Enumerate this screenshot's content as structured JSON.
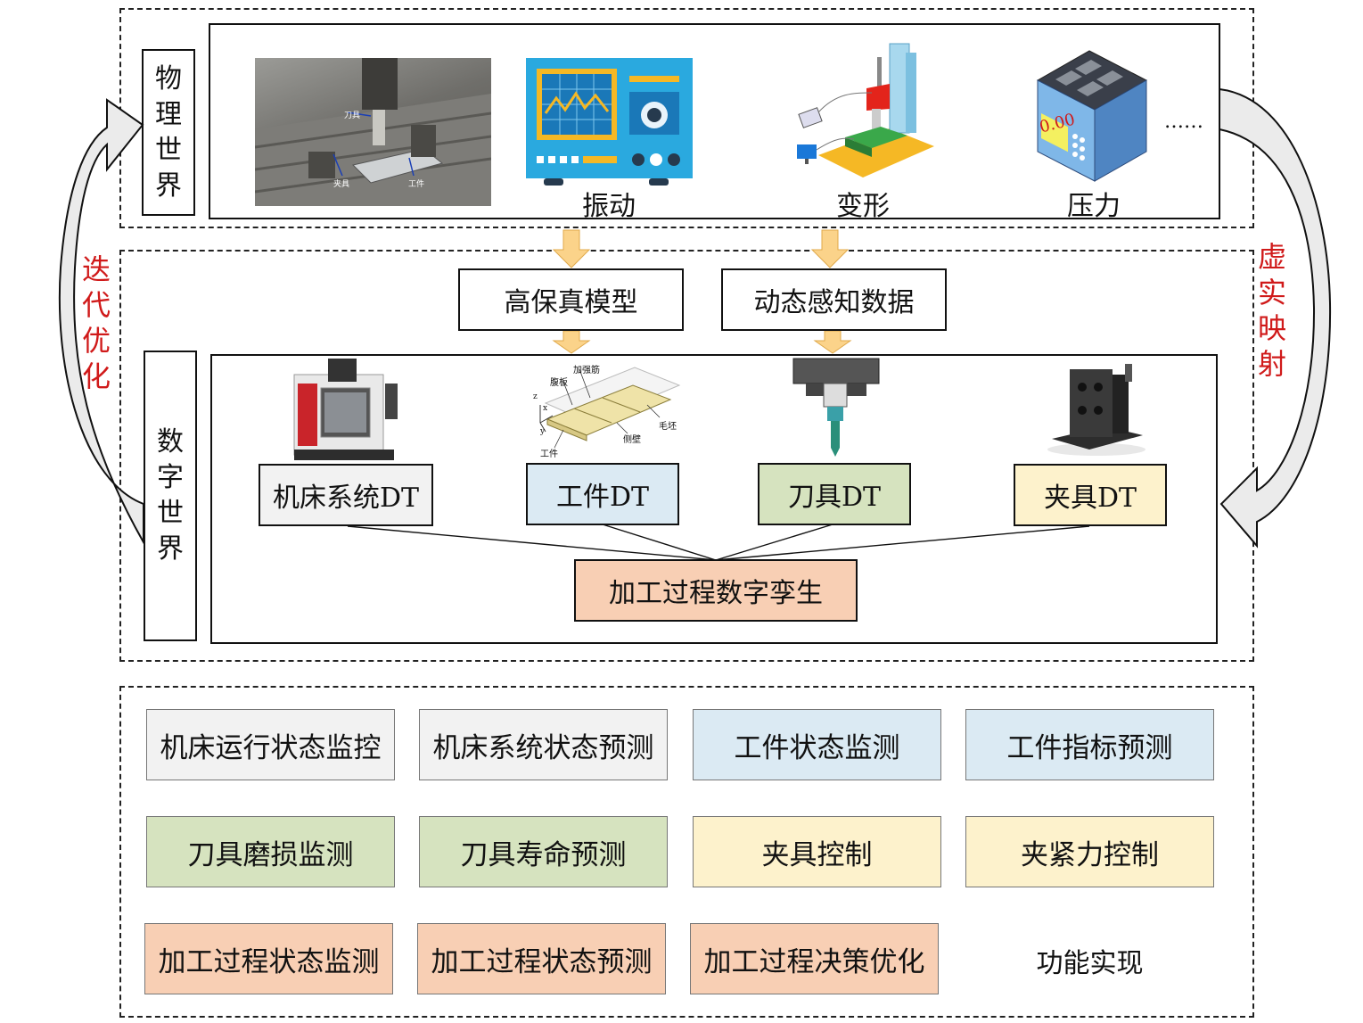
{
  "physical": {
    "label": [
      "物",
      "理",
      "世",
      "界"
    ],
    "photo_labels": {
      "tool": "刀具",
      "fixture": "夹具",
      "workpiece": "工件"
    },
    "captions": {
      "vibration": "振动",
      "deformation": "变形",
      "pressure": "压力"
    },
    "gauge_value": "0.00",
    "ellipsis": "……"
  },
  "mapping": {
    "left": [
      "迭",
      "代",
      "优",
      "化"
    ],
    "right": [
      "虚",
      "实",
      "映",
      "射"
    ]
  },
  "data_boxes": {
    "model": "高保真模型",
    "sensing": "动态感知数据"
  },
  "digital": {
    "label": [
      "数",
      "字",
      "世",
      "界"
    ],
    "workpiece_labels": {
      "rib": "加强筋",
      "web": "腹板",
      "blank": "毛坯",
      "side_wall": "侧壁",
      "workpiece": "工件",
      "axis_z": "z",
      "axis_x": "x",
      "axis_y": "y"
    },
    "dt": {
      "machine": "机床系统DT",
      "workpiece": "工件DT",
      "tool": "刀具DT",
      "fixture": "夹具DT"
    },
    "twin": "加工过程数字孪生"
  },
  "functions": {
    "row1": [
      "机床运行状态监控",
      "机床系统状态预测",
      "工件状态监测",
      "工件指标预测"
    ],
    "row2": [
      "刀具磨损监测",
      "刀具寿命预测",
      "夹具控制",
      "夹紧力控制"
    ],
    "row3": [
      "加工过程状态监测",
      "加工过程状态预测",
      "加工过程决策优化"
    ],
    "label": "功能实现"
  },
  "colors": {
    "gray": "#f2f2f2",
    "blue": "#dbeaf3",
    "green": "#d6e3bf",
    "yellow": "#fdf2cc",
    "orange": "#f8cfb4",
    "arrow": "#fbd38a",
    "red": "#d01a1a"
  }
}
